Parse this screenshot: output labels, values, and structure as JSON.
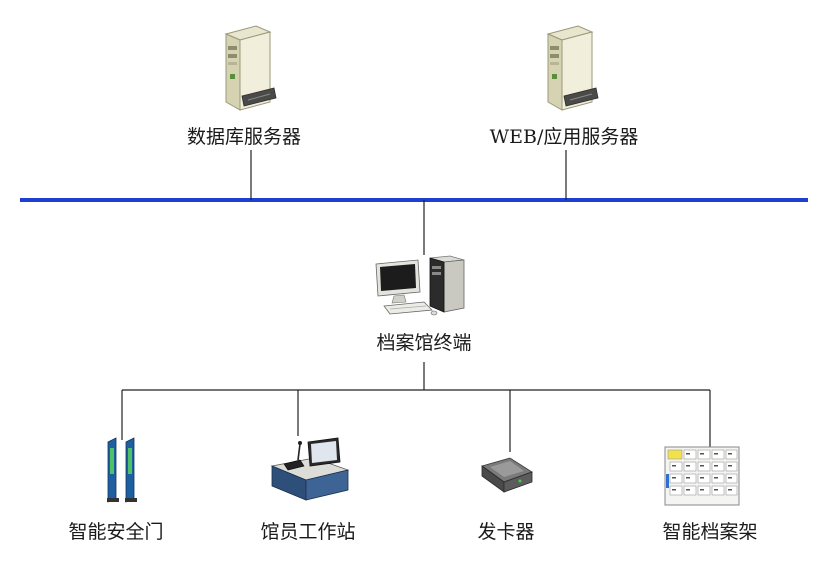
{
  "servers": [
    {
      "id": "db",
      "label": "数据库服务器",
      "icon": "server-icon"
    },
    {
      "id": "web",
      "label": "WEB/应用服务器",
      "icon": "server-icon"
    }
  ],
  "network": {
    "color": "#1f3fd0"
  },
  "terminal": {
    "label": "档案馆终端",
    "icon": "desktop-computer-icon"
  },
  "devices": [
    {
      "id": "gate",
      "label": "智能安全门",
      "icon": "security-gate-icon"
    },
    {
      "id": "workstation",
      "label": "馆员工作站",
      "icon": "workstation-icon"
    },
    {
      "id": "card",
      "label": "发卡器",
      "icon": "card-issuer-icon"
    },
    {
      "id": "shelf",
      "label": "智能档案架",
      "icon": "archive-shelf-icon"
    }
  ]
}
